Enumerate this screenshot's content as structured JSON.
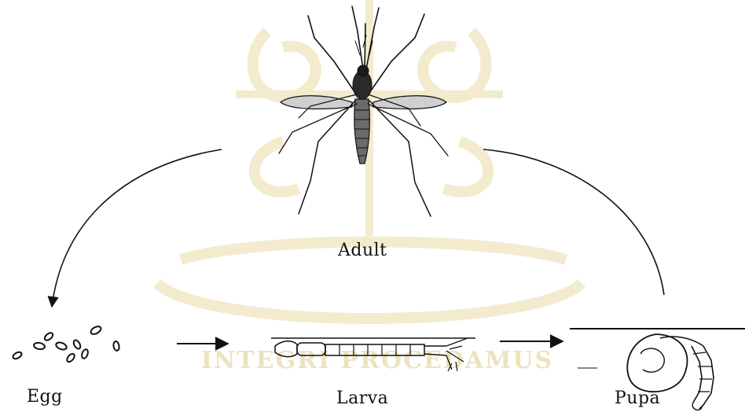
{
  "stages": {
    "adult": "Adult",
    "egg": "Egg",
    "larva": "Larva",
    "pupa": "Pupa"
  },
  "watermark": {
    "motto": "INTEGRI PROCEDAMUS",
    "color": "#efe6c3"
  },
  "colors": {
    "ink": "#111111"
  }
}
